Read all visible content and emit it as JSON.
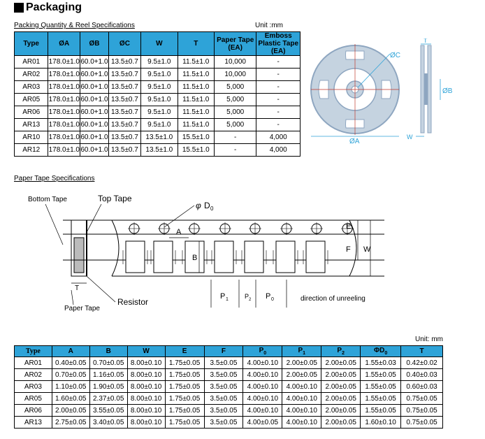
{
  "title": "Packaging",
  "reel": {
    "subtitle": "Packing Quantity & Reel Specifications",
    "unit": "Unit :mm",
    "headers": [
      "Type",
      "ØA",
      "ØB",
      "ØC",
      "W",
      "T",
      "Paper Tape (EA)",
      "Emboss Plastic Tape (EA)"
    ],
    "rows": [
      [
        "AR01",
        "178.0±1.0",
        "60.0+1.0",
        "13.5±0.7",
        "9.5±1.0",
        "11.5±1.0",
        "10,000",
        "-"
      ],
      [
        "AR02",
        "178.0±1.0",
        "60.0+1.0",
        "13.5±0.7",
        "9.5±1.0",
        "11.5±1.0",
        "10,000",
        "-"
      ],
      [
        "AR03",
        "178.0±1.0",
        "60.0+1.0",
        "13.5±0.7",
        "9.5±1.0",
        "11.5±1.0",
        "5,000",
        "-"
      ],
      [
        "AR05",
        "178.0±1.0",
        "60.0+1.0",
        "13.5±0.7",
        "9.5±1.0",
        "11.5±1.0",
        "5,000",
        "-"
      ],
      [
        "AR06",
        "178.0±1.0",
        "60.0+1.0",
        "13.5±0.7",
        "9.5±1.0",
        "11.5±1.0",
        "5,000",
        "-"
      ],
      [
        "AR13",
        "178.0±1.0",
        "60.0+1.0",
        "13.5±0.7",
        "9.5±1.0",
        "11.5±1.0",
        "5,000",
        "-"
      ],
      [
        "AR10",
        "178.0±1.0",
        "60.0+1.0",
        "13.5±0.7",
        "13.5±1.0",
        "15.5±1.0",
        "-",
        "4,000"
      ],
      [
        "AR12",
        "178.0±1.0",
        "60.0+1.0",
        "13.5±0.7",
        "13.5±1.0",
        "15.5±1.0",
        "-",
        "4,000"
      ]
    ],
    "diagram": {
      "c": "ØC",
      "b": "ØB",
      "a": "ØA",
      "t": "T",
      "w": "W"
    }
  },
  "tape": {
    "subtitle": "Paper Tape Specifications",
    "labels": {
      "bottom_tape": "Bottom Tape",
      "top_tape": "Top Tape",
      "d0": "D",
      "d0_sub": "0",
      "phi": "φ",
      "a": "A",
      "b": "B",
      "e": "E",
      "f": "F",
      "w": "W",
      "t": "T",
      "p": "P",
      "p1_sub": "1",
      "p2_sub": "2",
      "p0_sub": "0",
      "direction": "direction of unreeling",
      "paper_tape": "Paper Tape",
      "resistor": "Resistor"
    },
    "colors": {
      "blue": "#2ea3d8",
      "reel_fill": "#c5d3e0",
      "reel_stroke": "#8ea6c0"
    }
  },
  "dims": {
    "unit": "Unit: mm",
    "headers": [
      "Type",
      "A",
      "B",
      "W",
      "E",
      "F",
      "P",
      "P",
      "P",
      "ΦD",
      "T"
    ],
    "header_subs": [
      "",
      "",
      "",
      "",
      "",
      "",
      "0",
      "1",
      "2",
      "0",
      ""
    ],
    "rows": [
      [
        "AR01",
        "0.40±0.05",
        "0.70±0.05",
        "8.00±0.10",
        "1.75±0.05",
        "3.5±0.05",
        "4.00±0.10",
        "2.00±0.05",
        "2.00±0.05",
        "1.55±0.03",
        "0.42±0.02"
      ],
      [
        "AR02",
        "0.70±0.05",
        "1.16±0.05",
        "8.00±0.10",
        "1.75±0.05",
        "3.5±0.05",
        "4.00±0.10",
        "2.00±0.05",
        "2.00±0.05",
        "1.55±0.05",
        "0.40±0.03"
      ],
      [
        "AR03",
        "1.10±0.05",
        "1.90±0.05",
        "8.00±0.10",
        "1.75±0.05",
        "3.5±0.05",
        "4.00±0.10",
        "4.00±0.10",
        "2.00±0.05",
        "1.55±0.05",
        "0.60±0.03"
      ],
      [
        "AR05",
        "1.60±0.05",
        "2.37±0.05",
        "8.00±0.10",
        "1.75±0.05",
        "3.5±0.05",
        "4.00±0.10",
        "4.00±0.10",
        "2.00±0.05",
        "1.55±0.05",
        "0.75±0.05"
      ],
      [
        "AR06",
        "2.00±0.05",
        "3.55±0.05",
        "8.00±0.10",
        "1.75±0.05",
        "3.5±0.05",
        "4.00±0.10",
        "4.00±0.10",
        "2.00±0.05",
        "1.55±0.05",
        "0.75±0.05"
      ],
      [
        "AR13",
        "2.75±0.05",
        "3.40±0.05",
        "8.00±0.10",
        "1.75±0.05",
        "3.5±0.05",
        "4.00±0.05",
        "4.00±0.10",
        "2.00±0.05",
        "1.60±0.10",
        "0.75±0.05"
      ]
    ]
  }
}
